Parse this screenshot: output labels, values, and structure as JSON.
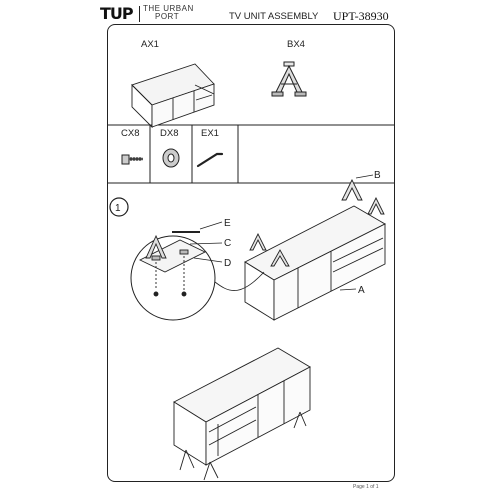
{
  "header": {
    "logo_mark": "TUP",
    "logo_line1": "THE URBAN",
    "logo_line2": "PORT",
    "title": "TV UNIT ASSEMBLY",
    "model_number": "UPT-38930"
  },
  "parts": {
    "AX1": "AX1",
    "BX4": "BX4",
    "CX8": "CX8",
    "DX8": "DX8",
    "EX1": "EX1"
  },
  "step": {
    "number": "1",
    "callouts": {
      "a": "A",
      "b": "B",
      "c": "C",
      "d": "D",
      "e": "E"
    }
  },
  "footer": {
    "page": "Page 1 of 1"
  }
}
